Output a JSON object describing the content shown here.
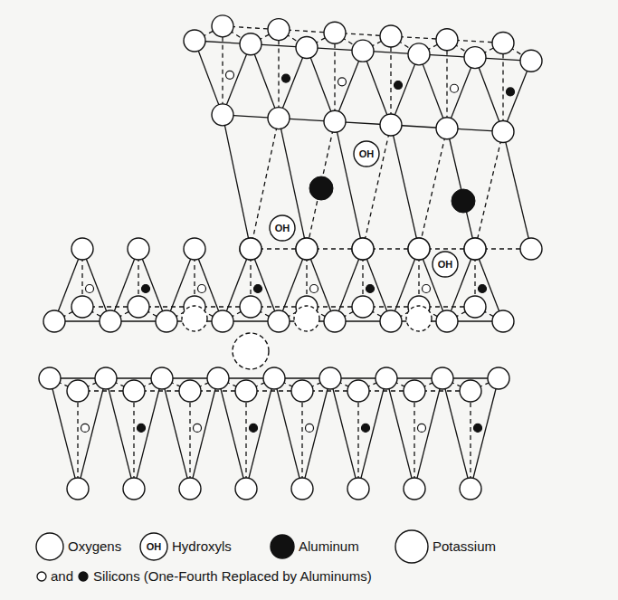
{
  "diagram": {
    "labels": [
      "OH",
      "OH",
      "OH",
      "OH",
      "and"
    ],
    "legend": [
      {
        "text": "Oxygens"
      },
      {
        "text": "Hydroxyls"
      },
      {
        "text": "Aluminum"
      },
      {
        "text": "Potassium"
      },
      {
        "text": "Silicons (One-Fourth Replaced by Aluminums)"
      }
    ]
  }
}
